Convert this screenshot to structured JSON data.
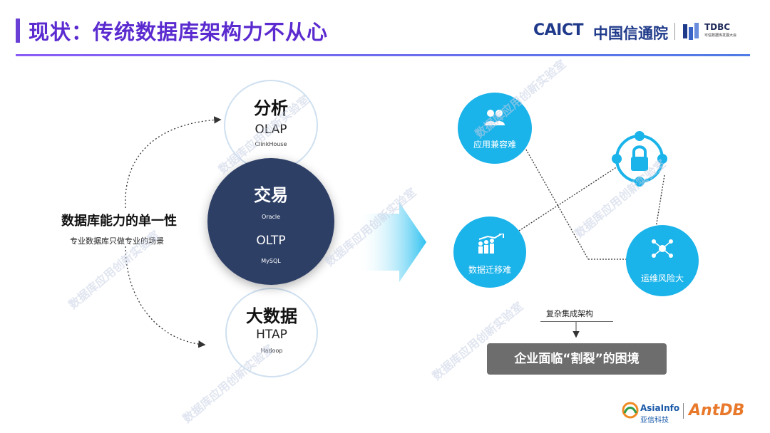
{
  "title": "现状：传统数据库架构力不从心",
  "logos": {
    "caict": "CAICT",
    "caict_cn": "中国信通院",
    "tdbc": "TDBC",
    "tdbc_sub": "可信数据库发展大会",
    "asiainfo": "AsiaInfo",
    "asiainfo_cn": "亚信科技",
    "antdb": "AntDB"
  },
  "left": {
    "title": "数据库能力的单一性",
    "subtitle": "专业数据库只做专业的场景"
  },
  "circles": {
    "analysis": {
      "title": "分析",
      "type": "OLAP",
      "example": "ClinkHouse"
    },
    "transaction": {
      "title": "交易",
      "example1": "Oracle",
      "type": "OLTP",
      "example2": "MySQL"
    },
    "bigdata": {
      "title": "大数据",
      "type": "HTAP",
      "example": "Hadoop"
    }
  },
  "problems": {
    "compat": "应用兼容难",
    "migrate": "数据迁移难",
    "ops": "运维风险大"
  },
  "complex_label": "复杂集成架构",
  "result_box": "企业面临“割裂”的困境",
  "watermark": "数据库应用创新实验室",
  "colors": {
    "accent": "#5b2bd0",
    "blue": "#1ab3ea",
    "navy": "#2e3f66",
    "gray": "#6d6d6d"
  }
}
